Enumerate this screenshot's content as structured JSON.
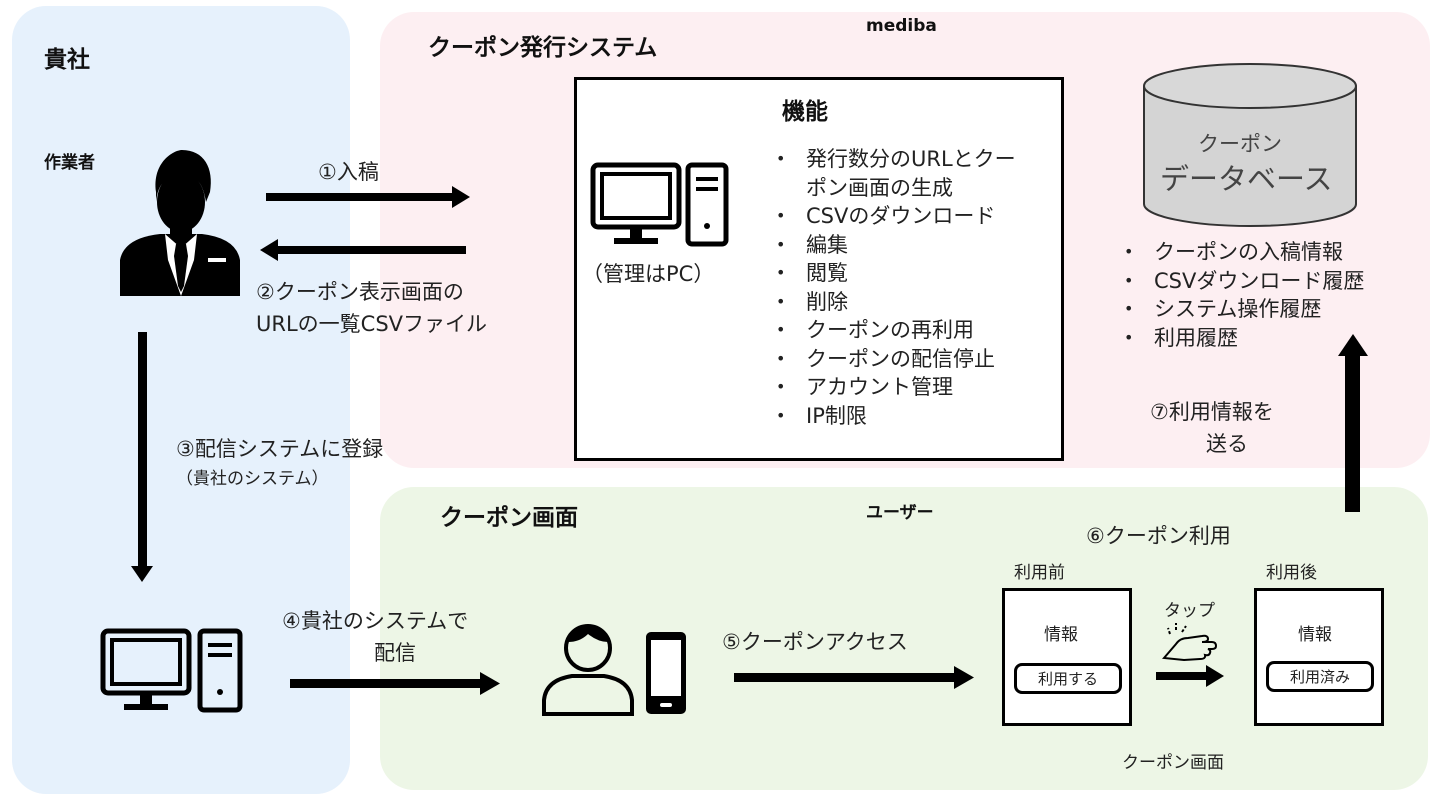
{
  "regions": {
    "company": {
      "title": "貴社",
      "worker_label": "作業者",
      "color": "#e6f1fc"
    },
    "coupon_system": {
      "title": "クーポン発行システム",
      "owner": "mediba",
      "color": "#fdeff2"
    },
    "coupon_screen": {
      "title": "クーポン画面",
      "owner": "ユーザー",
      "color": "#edf6e6"
    }
  },
  "features": {
    "title": "機能",
    "pc_label": "（管理はPC）",
    "items": [
      "発行数分のURLとクー",
      "ポン画面の生成",
      "CSVのダウンロード",
      "編集",
      "閲覧",
      "削除",
      "クーポンの再利用",
      "クーポンの配信停止",
      "アカウント管理",
      "IP制限"
    ]
  },
  "database": {
    "line1": "クーポン",
    "line2": "データベース",
    "items": [
      "クーポンの入稿情報",
      "CSVダウンロード履歴",
      "システム操作履歴",
      "利用履歴"
    ]
  },
  "steps": {
    "s1": "①入稿",
    "s2_line1": "②クーポン表示画面の",
    "s2_line2": "URLの一覧CSVファイル",
    "s3_line1": "③配信システムに登録",
    "s3_line2": "（貴社のシステム）",
    "s4_line1": "④貴社のシステムで",
    "s4_line2": "配信",
    "s5": "⑤クーポンアクセス",
    "s6": "⑥クーポン利用",
    "s7_line1": "⑦利用情報を",
    "s7_line2": "送る"
  },
  "usage": {
    "before_label": "利用前",
    "after_label": "利用後",
    "info_text": "情報",
    "use_button": "利用する",
    "used_button": "利用済み",
    "tap_label": "タップ",
    "screen_caption": "クーポン画面"
  }
}
